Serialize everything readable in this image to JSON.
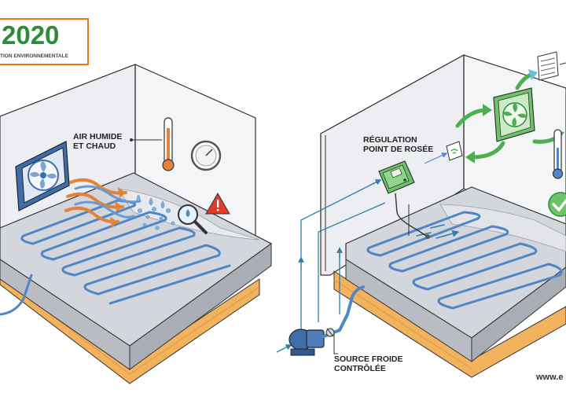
{
  "logo": {
    "title": "2020",
    "subtitle": "TION ENVIRONNEMENTALE"
  },
  "labels": {
    "humid_air": [
      "AIR HUMIDE",
      "ET CHAUD"
    ],
    "dew_point_regulation": [
      "RÉGULATION",
      "POINT DE ROSÉE"
    ],
    "cold_source": [
      "SOURCE FROIDE",
      "CONTRÔLÉE"
    ]
  },
  "website": "www.e",
  "colors": {
    "logo_green": "#2e8b3a",
    "logo_border": "#e1781f",
    "pipe_blue": "#4f86c6",
    "slab_grey": "#c9ccd2",
    "insulation_orange": "#f2b25e",
    "regulator_green": "#6cc36a",
    "warm_air": "#e4823a",
    "warning_red": "#e23a2b",
    "arrow_green": "#4caf50"
  },
  "icons": [
    "fan-icon",
    "thermometer-icon",
    "hygrometer-icon",
    "warning-icon",
    "magnifier-icon",
    "wifi-sensor-icon",
    "ventilation-fan-icon",
    "vent-grille-icon",
    "check-icon",
    "pump-icon"
  ]
}
